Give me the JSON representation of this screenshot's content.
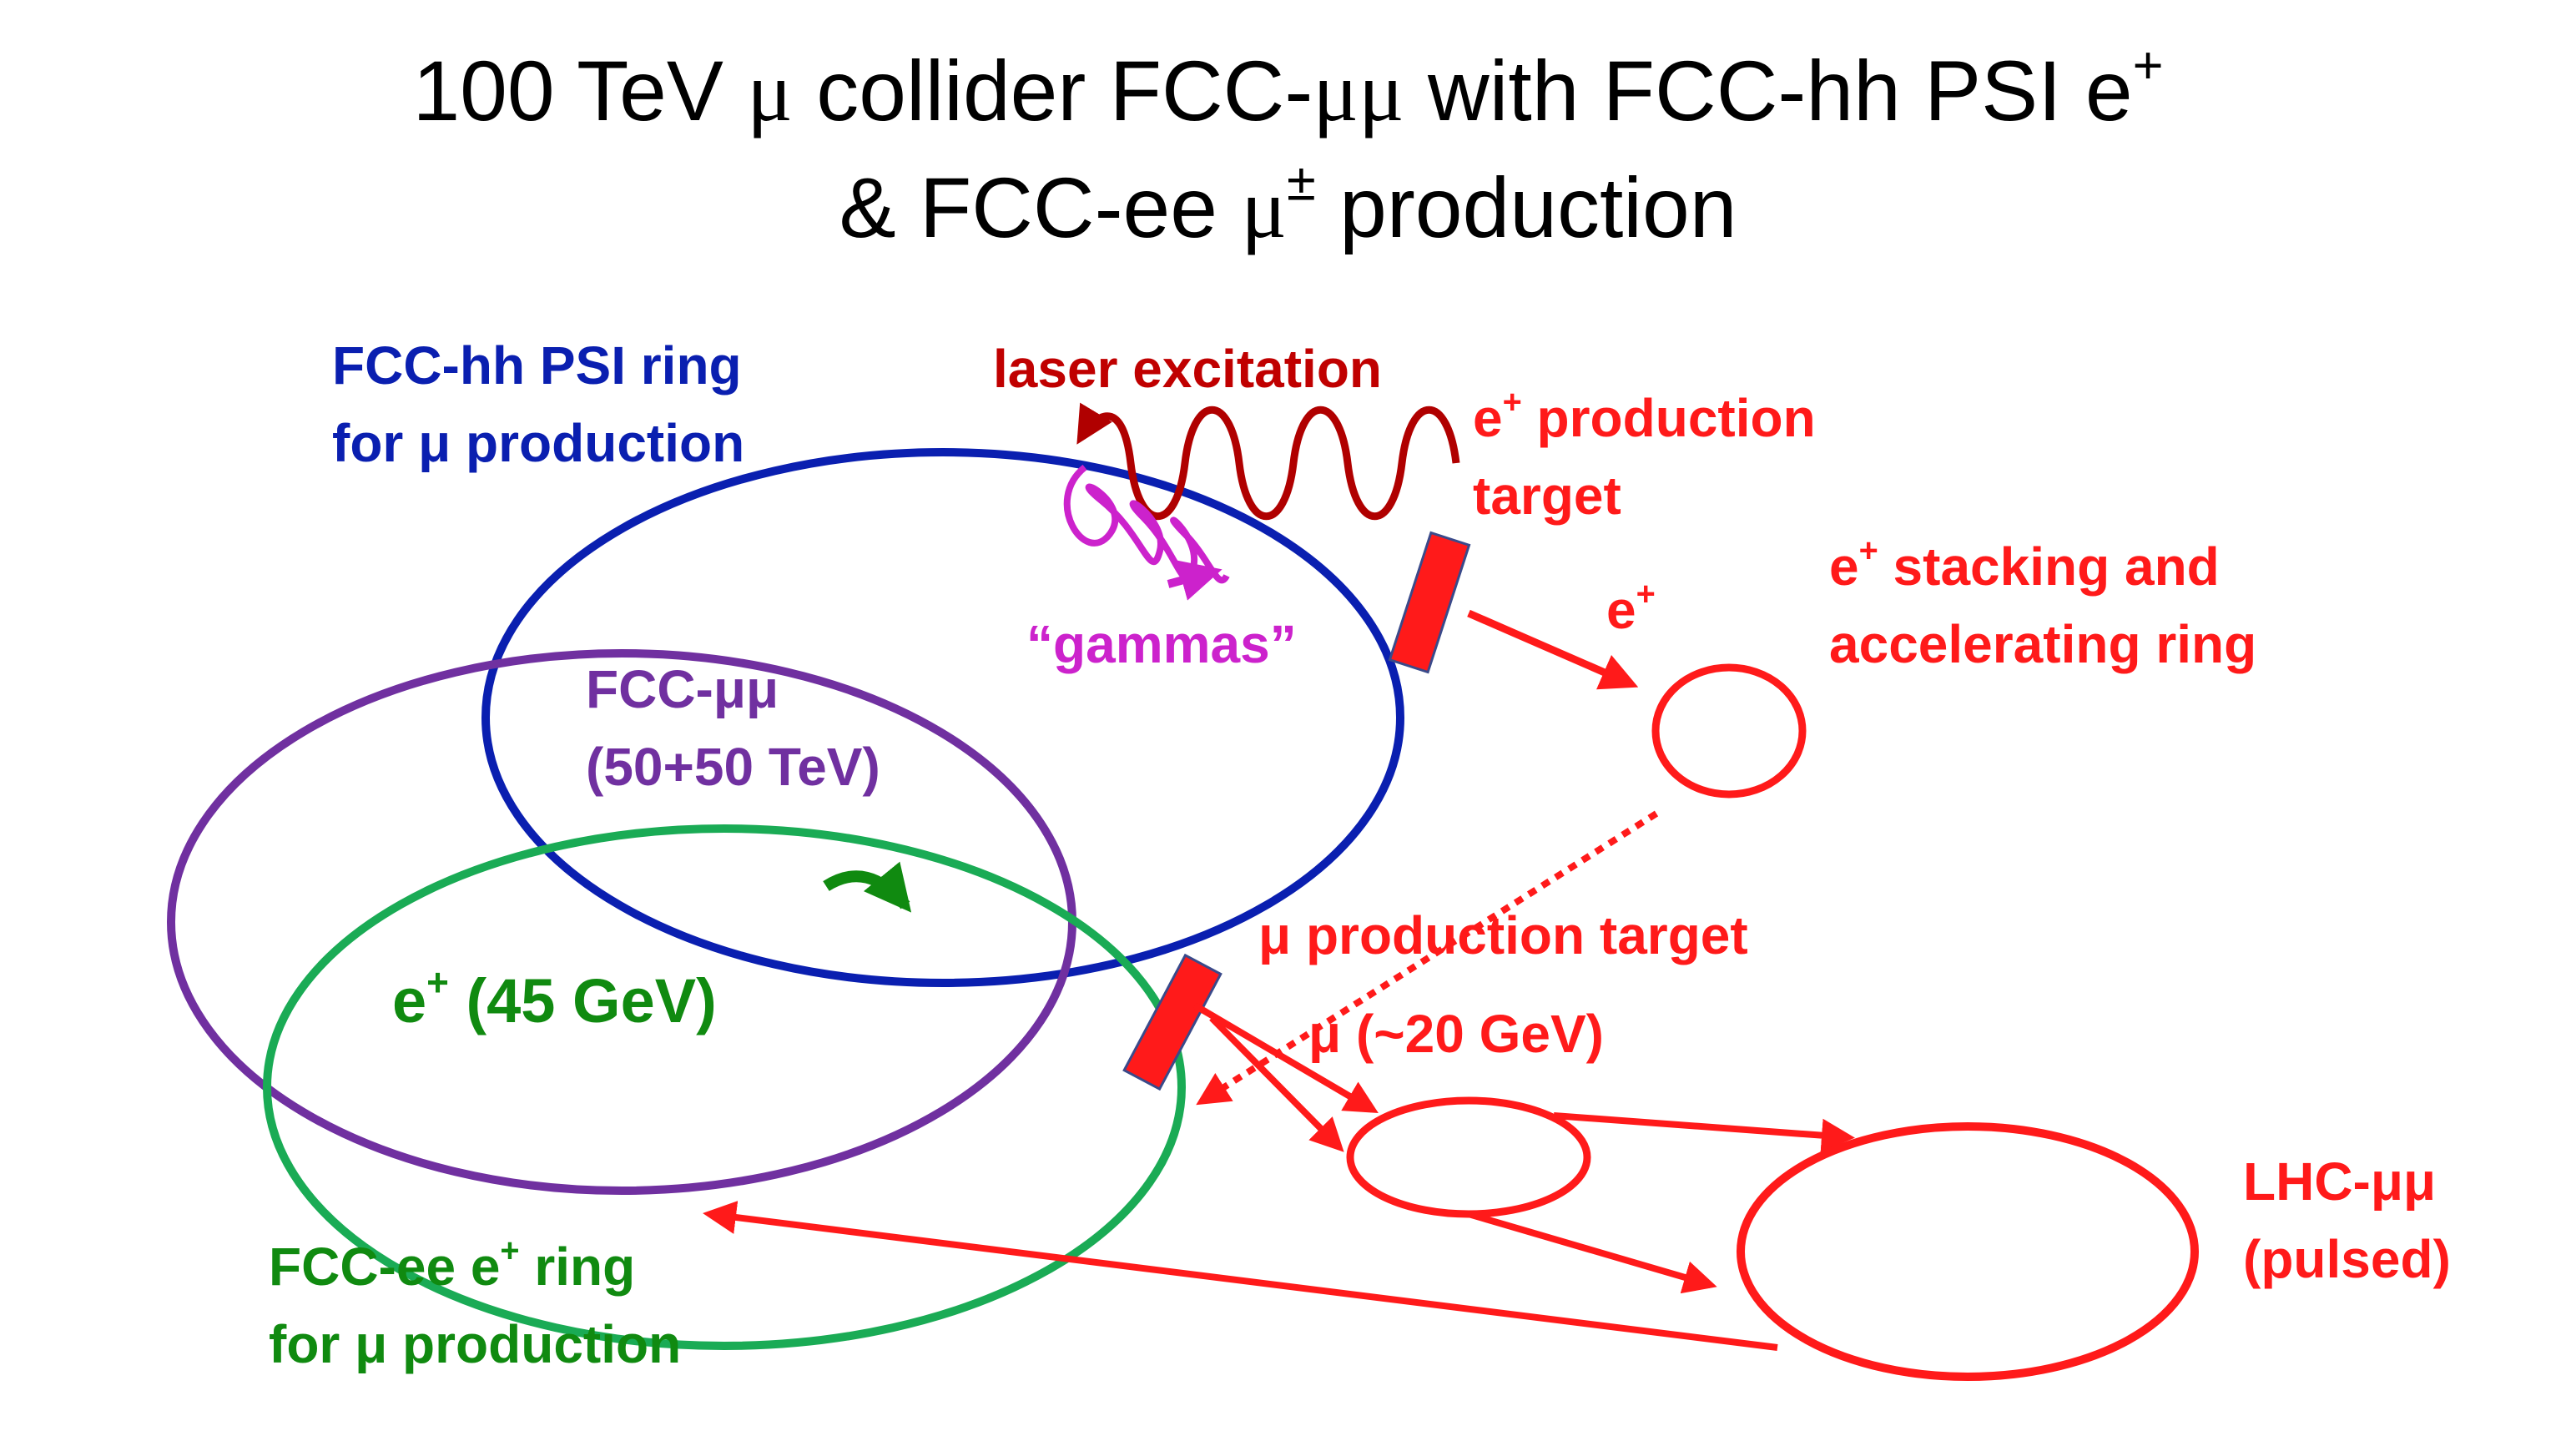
{
  "title": {
    "line1_a": "100 TeV ",
    "line1_mu": "μ",
    "line1_b": " collider FCC-",
    "line1_mumu": "μμ",
    "line1_c": " with FCC-hh PSI e",
    "line1_sup": "+",
    "line2_a": "& FCC-ee ",
    "line2_mu": "μ",
    "line2_sup": "±",
    "line2_b": " production"
  },
  "labels": {
    "psi_ring_1": "FCC-hh PSI ring",
    "psi_ring_2": "for μ production",
    "laser": "laser excitation",
    "gammas": "“gammas”",
    "ep_target_1a": "e",
    "ep_target_1sup": "+",
    "ep_target_1b": "  production",
    "ep_target_2": "target",
    "ep_arrow_a": "e",
    "ep_arrow_sup": "+",
    "ep_stack_1a": "e",
    "ep_stack_1sup": "+",
    "ep_stack_1b": "  stacking and",
    "ep_stack_2": "accelerating ring",
    "fcc_mumu_1": "FCC-μμ",
    "fcc_mumu_2": "(50+50 TeV)",
    "ep45_a": "e",
    "ep45_sup": "+",
    "ep45_b": " (45 GeV)",
    "mu_target": "μ production target",
    "mu_20": "μ (~20 GeV)",
    "lhc_1": "LHC-μμ",
    "lhc_2": "(pulsed)",
    "ee_ring_1a": "FCC-ee e",
    "ee_ring_1sup": "+",
    "ee_ring_1b": " ring",
    "ee_ring_2": "for μ production"
  },
  "colors": {
    "psi_ring": "#0a1fb0",
    "mumu_ring": "#7030a0",
    "ee_ring": "#1aab55",
    "red": "#ff1a1a",
    "laser": "#b00000",
    "gammas": "#cc22cc",
    "green_text": "#108a10"
  }
}
